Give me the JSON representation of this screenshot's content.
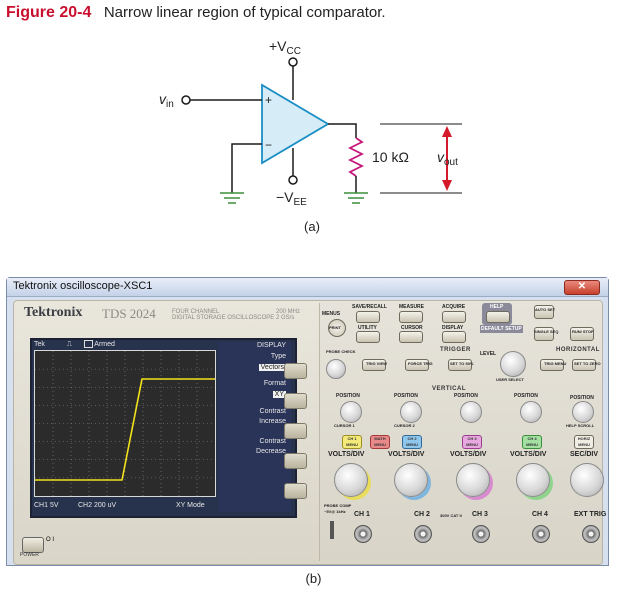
{
  "figure": {
    "number": "Figure 20-4",
    "caption": "Narrow linear region of typical comparator.",
    "part_a_label": "(a)",
    "part_b_label": "(b)"
  },
  "circuit": {
    "vcc_label": "+V",
    "vcc_sub": "CC",
    "vee_label": "−V",
    "vee_sub": "EE",
    "vin_label": "v",
    "vin_sub": "in",
    "plus_sign": "+",
    "minus_sign": "−",
    "resistor_label": "10 kΩ",
    "vout_label": "v",
    "vout_sub": "out",
    "colors": {
      "wire": "#1a1a1a",
      "opamp_fill": "#d6ecf7",
      "opamp_stroke": "#1a8fc4",
      "resistor": "#c4197a",
      "arrow": "#d41a2a",
      "ground": "#3a8f3a"
    }
  },
  "oscilloscope": {
    "window_title": "Tektronix oscilloscope-XSC1",
    "close_glyph": "✕",
    "brand": "Tektronix",
    "model": "TDS 2024",
    "model_sub_1": "FOUR CHANNEL",
    "model_sub_2": "DIGITAL STORAGE OSCILLOSCOPE",
    "spec_1": "200 MHz",
    "spec_2": "2 GS/s",
    "screen": {
      "status_tek": "Tek",
      "status_armed": "Armed",
      "ch1_scale": "CH1  5V",
      "ch2_scale": "CH2  200 uV",
      "mode": "XY Mode",
      "menu_title": "DISPLAY",
      "menu_type": "Type",
      "menu_type_value": "Vectors",
      "menu_format": "Format",
      "menu_format_value": "XY",
      "menu_contrast_inc_1": "Contrast",
      "menu_contrast_inc_2": "Increase",
      "menu_contrast_dec_1": "Contrast",
      "menu_contrast_dec_2": "Decrease",
      "trace_color": "#f2e21c"
    },
    "controls": {
      "menus": "MENUS",
      "save_recall": "SAVE/RECALL",
      "measure": "MEASURE",
      "acquire": "ACQUIRE",
      "help": "HELP",
      "utility": "UTILITY",
      "cursor": "CURSOR",
      "display": "DISPLAY",
      "default_setup": "DEFAULT SETUP",
      "auto_set": "AUTO SET",
      "single_seq": "SINGLE SEQ",
      "run_stop": "RUN/ STOP",
      "print": "PRINT",
      "probe_check": "PROBE CHECK",
      "trigger": "TRIGGER",
      "trig_view": "TRIG VIEW",
      "force_trig": "FORCE TRIG",
      "set_to_50": "SET TO 50%",
      "level": "LEVEL",
      "trig_menu": "TRIG MENU",
      "user_select": "USER SELECT",
      "horizontal": "HORIZONTAL",
      "set_to_zero": "SET TO ZERO",
      "vertical": "VERTICAL",
      "position": "POSITION",
      "cursor1": "CURSOR 1",
      "cursor2": "CURSOR 2",
      "horiz_position": "POSITION",
      "help_scroll": "HELP SCROLL",
      "ch1_menu": "CH 1 MENU",
      "math_menu": "MATH MENU",
      "ch2_menu": "CH 2 MENU",
      "ch3_menu": "CH 3 MENU",
      "ch4_menu": "CH 4 MENU",
      "horiz_menu": "HORIZ MENU",
      "volts_div": "VOLTS/DIV",
      "sec_div": "SEC/DIV",
      "ch1": "CH 1",
      "ch2": "CH 2",
      "ch3": "CH 3",
      "ch4": "CH 4",
      "ext_trig": "EXT TRIG",
      "probe_comp": "PROBE COMP",
      "probe_comp_v": "~5V@ 1kHz",
      "cat_rating": "300V CAT II",
      "power": "POWER",
      "power_glyph": "O  I"
    }
  }
}
